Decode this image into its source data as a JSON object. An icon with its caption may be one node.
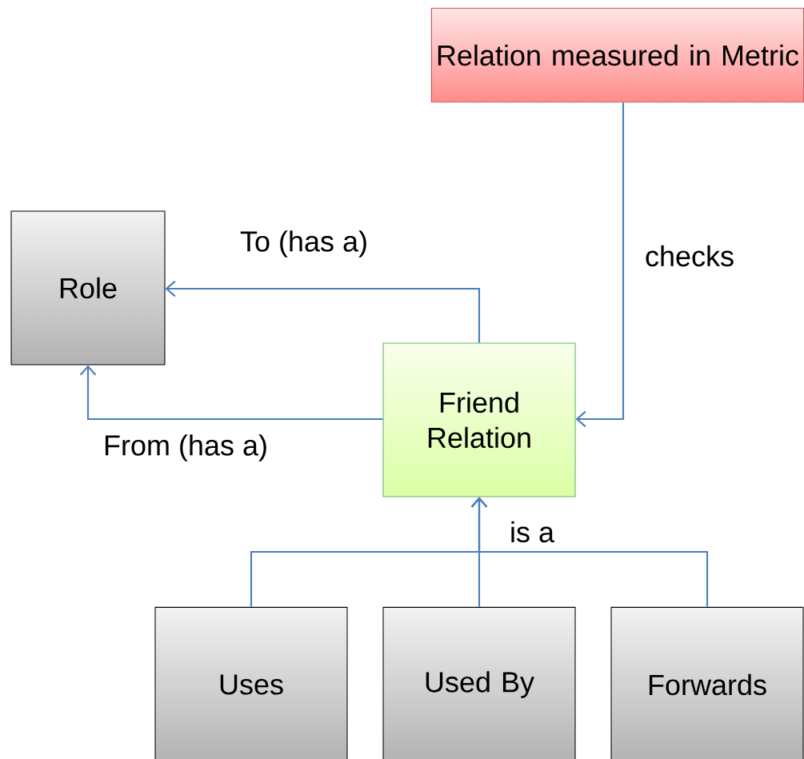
{
  "diagram": {
    "nodes": [
      {
        "text": [
          "Relation measured in Metric"
        ]
      },
      {
        "text": [
          "Role"
        ]
      },
      {
        "text": [
          "Friend Relation"
        ]
      },
      {
        "text": [
          "Uses"
        ]
      },
      {
        "text": [
          "Used By"
        ]
      },
      {
        "text": [
          "Forwards"
        ]
      }
    ],
    "edges": [
      {
        "from": 0,
        "to": 2,
        "arrow": "to",
        "label": "checks"
      },
      {
        "from": 2,
        "to": 1,
        "arrow": "to",
        "label": "To (has a)"
      },
      {
        "from": 2,
        "to": 1,
        "arrow": "to",
        "label": "From (has a)"
      },
      {
        "from": 3,
        "to": 2,
        "arrow": "to"
      },
      {
        "from": 4,
        "to": 2,
        "arrow": "to",
        "label": "is a"
      },
      {
        "from": 5,
        "to": 2,
        "arrow": "to"
      }
    ]
  }
}
